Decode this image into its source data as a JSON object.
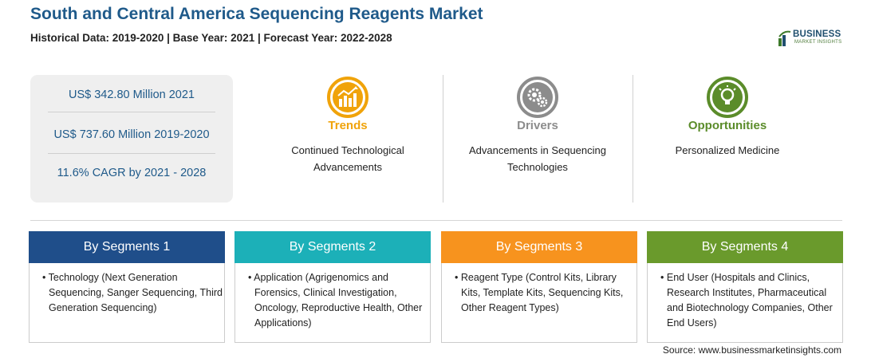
{
  "header": {
    "title": "South and Central America Sequencing Reagents Market",
    "subtitle": "Historical Data: 2019-2020 | Base Year: 2021 | Forecast Year: 2022-2028"
  },
  "logo": {
    "name": "BUSINESS",
    "tagline": "MARKET INSIGHTS"
  },
  "stats": [
    "US$ 342.80 Million 2021",
    "US$ 737.60 Million 2019-2020",
    "11.6% CAGR by 2021 - 2028"
  ],
  "factors": [
    {
      "title": "Trends",
      "text": "Continued Technological Advancements",
      "color": "#f0a30a",
      "icon": "chart-trend-icon"
    },
    {
      "title": "Drivers",
      "text": "Advancements in Sequencing Technologies",
      "color": "#8c8c8c",
      "icon": "gears-icon"
    },
    {
      "title": "Opportunities",
      "text": "Personalized Medicine",
      "color": "#5b8c2a",
      "icon": "lightbulb-icon"
    }
  ],
  "segments": [
    {
      "title": "By Segments 1",
      "text": "Technology (Next Generation Sequencing, Sanger Sequencing, Third Generation Sequencing)",
      "color": "#1f4e8a"
    },
    {
      "title": "By Segments 2",
      "text": "Application (Agrigenomics and Forensics, Clinical Investigation, Oncology, Reproductive Health, Other Applications)",
      "color": "#1cb0b8"
    },
    {
      "title": "By Segments 3",
      "text": "Reagent Type (Control Kits, Library Kits, Template Kits, Sequencing Kits, Other Reagent Types)",
      "color": "#f7931e"
    },
    {
      "title": "By Segments 4",
      "text": "End User (Hospitals and Clinics, Research Institutes, Pharmaceutical and Biotechnology Companies, Other End Users)",
      "color": "#6a9a2c"
    }
  ],
  "source": "Source: www.businessmarketinsights.com"
}
